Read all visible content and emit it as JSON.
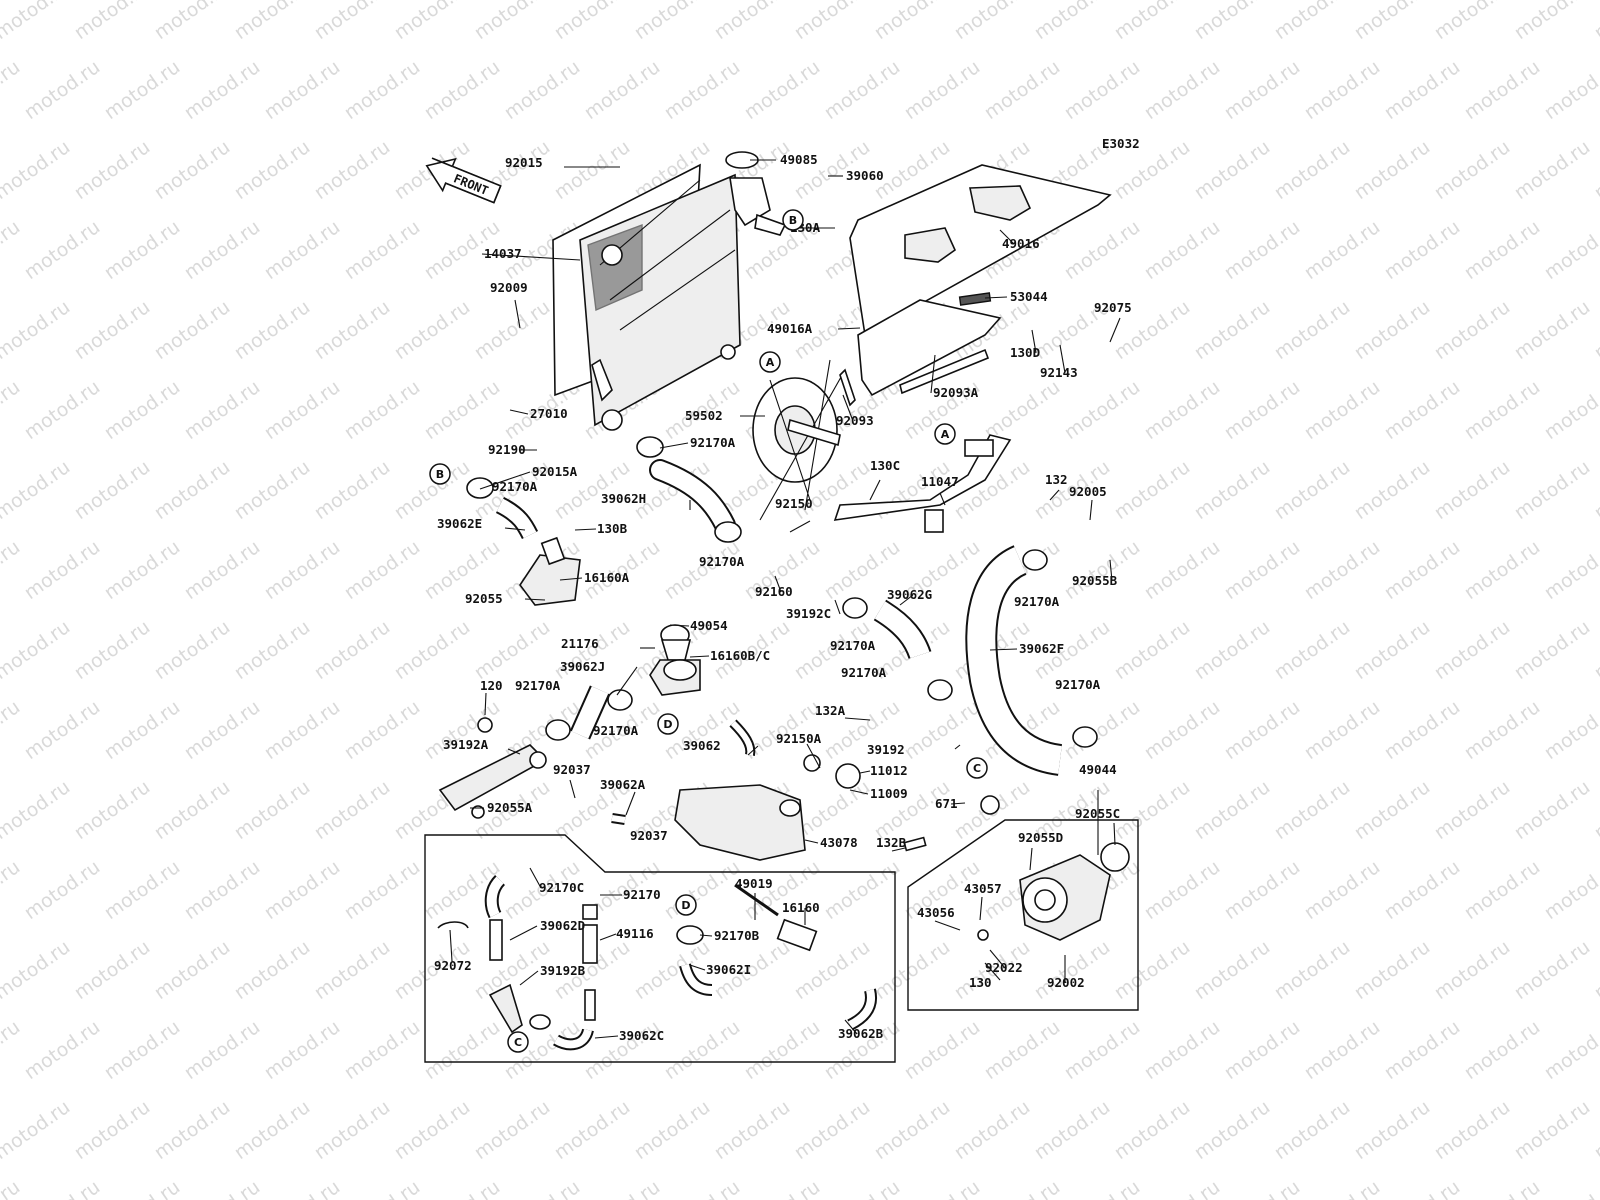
{
  "diagram": {
    "code": "E3032",
    "front_label": "FRONT",
    "watermark": "motod.ru",
    "colors": {
      "ink": "#111111",
      "watermark": "#d9d9d9",
      "background": "#ffffff"
    },
    "ref_markers": [
      "A",
      "B",
      "C",
      "D"
    ],
    "parts": [
      "92015",
      "49085",
      "39060",
      "14037",
      "92009",
      "27010",
      "92190",
      "92015A",
      "92170A",
      "39062E",
      "130B",
      "16160A",
      "92055",
      "49054",
      "21176",
      "16160B/C",
      "39062J",
      "120",
      "39192A",
      "92055A",
      "92037",
      "39062A",
      "130A",
      "49016",
      "53044",
      "49016A",
      "92093",
      "92093A",
      "59502",
      "39062H",
      "92150",
      "92160",
      "39192C",
      "39062G",
      "130C",
      "11047",
      "130D",
      "92143",
      "92075",
      "132",
      "92005",
      "92055B",
      "39062F",
      "132A",
      "39192",
      "39062",
      "92150A",
      "11012",
      "11009",
      "671",
      "43078",
      "49044",
      "92055C",
      "132B",
      "92055D",
      "43057",
      "43056",
      "130",
      "92022",
      "92002",
      "92170C",
      "92170",
      "39062D",
      "49116",
      "92072",
      "39192B",
      "39062C",
      "49019",
      "16160",
      "92170B",
      "39062I",
      "39062B"
    ]
  }
}
